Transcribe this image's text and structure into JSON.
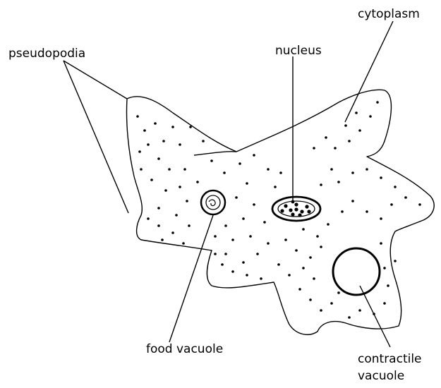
{
  "labels": {
    "cytoplasm": "cytoplasm",
    "pseudopodia": "pseudopodia",
    "nucleus": "nucleus",
    "food_vacuole": "food vacuole",
    "contractile_vacuole_line1": "contractile",
    "contractile_vacuole_line2": "vacuole"
  },
  "colors": {
    "ink": "#000000",
    "background": "#ffffff"
  }
}
